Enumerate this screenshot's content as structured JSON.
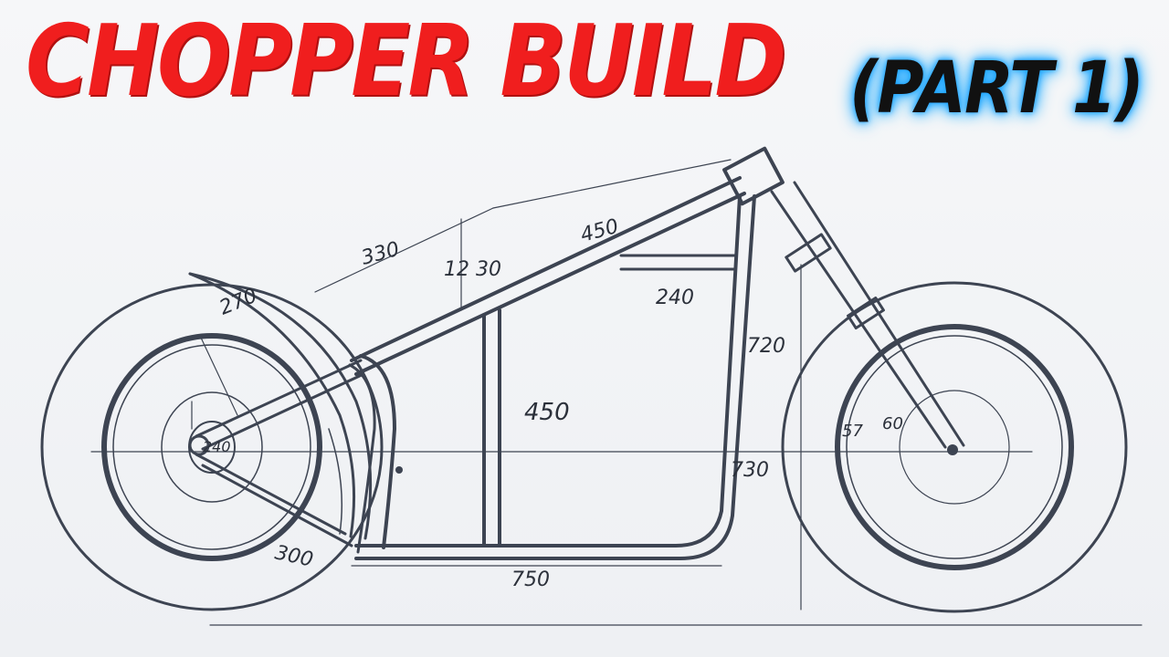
{
  "title": "CHOPPER BUILD",
  "subtitle": "(PART 1)",
  "dimensions": {
    "top_tube_rear": "330",
    "top_tube_front": "450",
    "offset": "12 30",
    "fender_radius": "270",
    "brace": "240",
    "seat_post": "450",
    "down_tube": "720",
    "front_height": "730",
    "swingarm": "300",
    "axle": "240",
    "bottom_rail": "750",
    "rake_a": "57",
    "rake_b": "60"
  }
}
